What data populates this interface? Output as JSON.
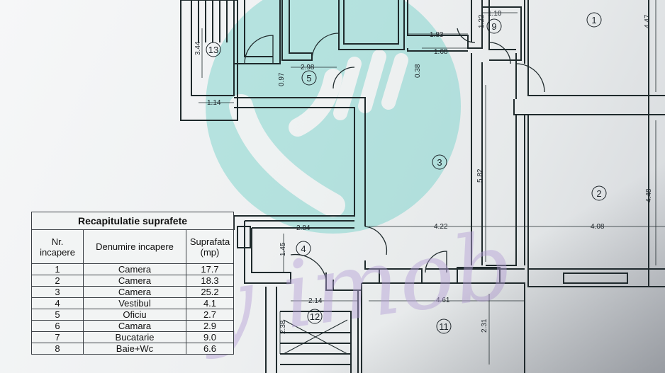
{
  "summary_table": {
    "title": "Recapitulatie suprafete",
    "headers": {
      "nr": "Nr.\nincapere",
      "name": "Denumire incapere",
      "area": "Suprafata\n(mp)"
    },
    "rows": [
      {
        "nr": "1",
        "name": "Camera",
        "area": "17.7"
      },
      {
        "nr": "2",
        "name": "Camera",
        "area": "18.3"
      },
      {
        "nr": "3",
        "name": "Camera",
        "area": "25.2"
      },
      {
        "nr": "4",
        "name": "Vestibul",
        "area": "4.1"
      },
      {
        "nr": "5",
        "name": "Oficiu",
        "area": "2.7"
      },
      {
        "nr": "6",
        "name": "Camara",
        "area": "2.9"
      },
      {
        "nr": "7",
        "name": "Bucatarie",
        "area": "9.0"
      },
      {
        "nr": "8",
        "name": "Baie+Wc",
        "area": "6.6"
      }
    ]
  },
  "room_numbers": [
    "1",
    "2",
    "3",
    "4",
    "5",
    "9",
    "11",
    "12",
    "13"
  ],
  "dimensions": {
    "d_110": "1.10",
    "d_122": "1.22",
    "d_183": "1.83",
    "d_168": "1.68",
    "d_298": "2.98",
    "d_097": "0.97",
    "d_038": "0.38",
    "d_344": "3.44",
    "d_114": "1.14",
    "d_447": "4.47",
    "d_582": "5.82",
    "d_448": "4.48",
    "d_284": "2.84",
    "d_422": "4.22",
    "d_408": "4.08",
    "d_145": "1.45",
    "d_214": "2.14",
    "d_461": "4.61",
    "d_231": "2.31",
    "d_238": "2.38"
  },
  "watermark": {
    "text": "ay imob",
    "logo_color": "#7fd3cc",
    "text_color": "#b9a3d6"
  }
}
